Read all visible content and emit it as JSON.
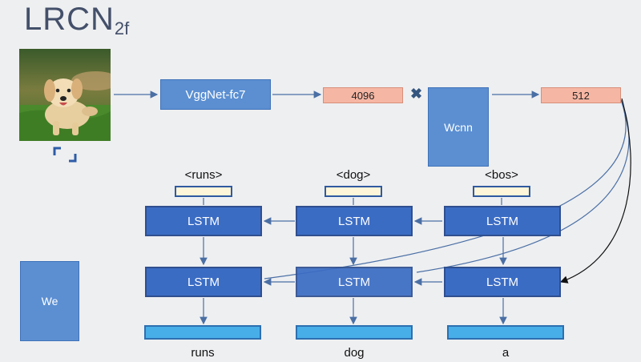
{
  "title": {
    "main": "LRCN",
    "sub": "2f"
  },
  "nodes": {
    "vggnet": "VggNet-fc7",
    "fc7_dim": "4096",
    "multiply_symbol": "✖",
    "wcnn": "Wcnn",
    "embed_dim": "512",
    "we": "We",
    "lstm_label": "LSTM"
  },
  "input_tokens": [
    "<runs>",
    "<dog>",
    "<bos>"
  ],
  "output_words": [
    "runs",
    "dog",
    "a"
  ],
  "image": {
    "subject": "golden retriever puppy running on grass"
  },
  "colors": {
    "background": "#eeeff1",
    "lstm": "#3b6cc4",
    "box": "#5b8fd2",
    "vector": "#f6b6a4",
    "token": "#fff5d8",
    "output": "#48aee8"
  }
}
